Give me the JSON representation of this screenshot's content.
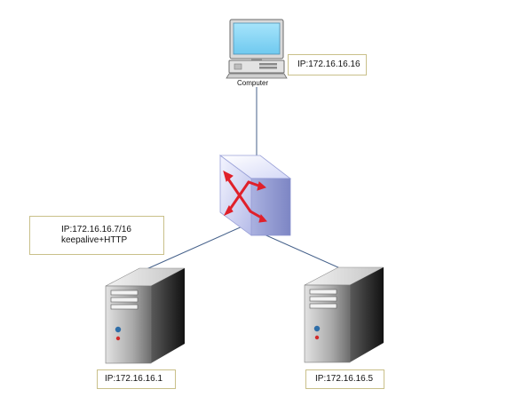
{
  "nodes": {
    "computer": {
      "caption": "Computer",
      "ip_note": "IP:172.16.16.16"
    },
    "switch": {
      "note_line1": "IP:172.16.16.7/16",
      "note_line2": "keepalive+HTTP"
    },
    "server1": {
      "ip_note": "IP:172.16.16.1"
    },
    "server2": {
      "ip_note": "IP:172.16.16.5"
    }
  },
  "colors": {
    "link": "#44608a",
    "note_border": "#c9c08a",
    "switch_face": "#c8cdf2",
    "switch_arrows": "#e0202a",
    "monitor_screen": "#8fd8f5",
    "server_body": "#3a3a3a"
  }
}
